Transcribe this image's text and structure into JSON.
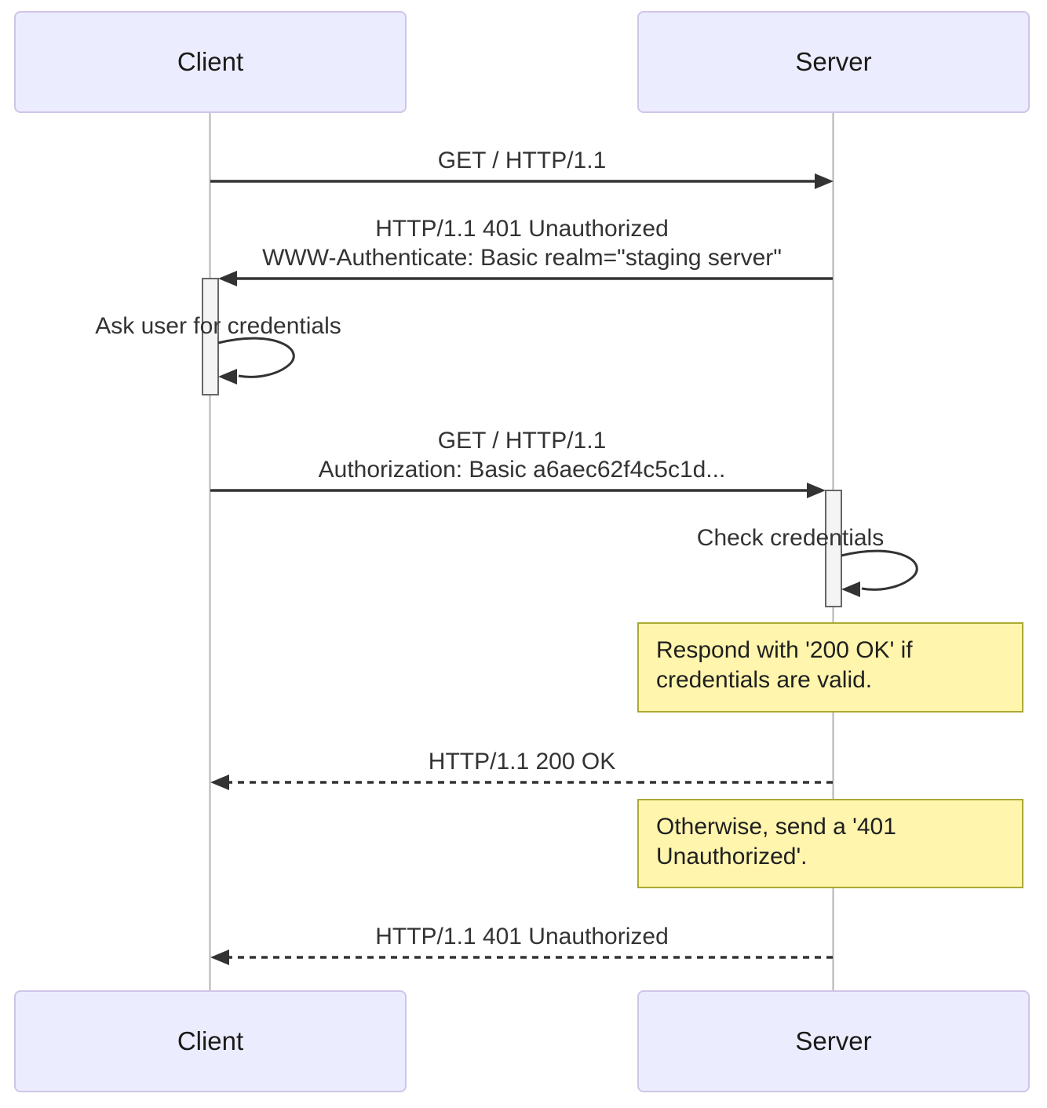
{
  "diagram_type": "sequence-diagram",
  "colors": {
    "actor_fill": "#ECECFF",
    "actor_border": "#CFC5E8",
    "note_fill": "#FFF5AD",
    "note_border": "#AAAA33",
    "line": "#333333",
    "lifeline": "#B3B3B3",
    "activation_fill": "#F4F4F4",
    "activation_border": "#666666",
    "text": "#333333"
  },
  "actors": [
    {
      "id": "client",
      "label": "Client"
    },
    {
      "id": "server",
      "label": "Server"
    }
  ],
  "messages": [
    {
      "kind": "solid",
      "from": "Client",
      "to": "Server",
      "lines": [
        "GET / HTTP/1.1"
      ]
    },
    {
      "kind": "solid",
      "from": "Server",
      "to": "Client",
      "lines": [
        "HTTP/1.1 401 Unauthorized",
        "WWW-Authenticate: Basic realm=\"staging server\""
      ]
    },
    {
      "kind": "self",
      "actor": "Client",
      "lines": [
        "Ask user for credentials"
      ]
    },
    {
      "kind": "solid",
      "from": "Client",
      "to": "Server",
      "lines": [
        "GET / HTTP/1.1",
        "Authorization: Basic a6aec62f4c5c1d..."
      ]
    },
    {
      "kind": "self",
      "actor": "Server",
      "lines": [
        "Check credentials"
      ]
    },
    {
      "kind": "dashed",
      "from": "Server",
      "to": "Client",
      "lines": [
        "HTTP/1.1 200 OK"
      ]
    },
    {
      "kind": "dashed",
      "from": "Server",
      "to": "Client",
      "lines": [
        "HTTP/1.1 401 Unauthorized"
      ]
    }
  ],
  "notes": [
    {
      "position": "over Server",
      "lines": [
        "Respond with '200 OK' if",
        "credentials are valid."
      ]
    },
    {
      "position": "over Server",
      "lines": [
        "Otherwise, send a '401",
        "Unauthorized'."
      ]
    }
  ]
}
